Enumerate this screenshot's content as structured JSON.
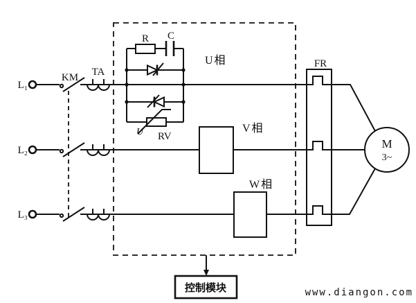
{
  "diagram_title": "three-phase-soft-starter-schematic",
  "colors": {
    "line": "#111111",
    "background": "#ffffff",
    "watermark": "#b3b3b3"
  },
  "terminals": {
    "l1": "L₁",
    "l2": "L₂",
    "l3": "L₃"
  },
  "labels": {
    "contactor": "KM",
    "current_transformer": "TA",
    "resistor": "R",
    "capacitor": "C",
    "phase_u": "U相",
    "phase_v": "V相",
    "phase_w": "W相",
    "varistor": "RV",
    "varistor_voltage": "U",
    "thermal_relay": "FR",
    "motor": "M",
    "motor_phases": "3~",
    "control_module": "控制模块"
  },
  "watermark": {
    "text": "www.diangon.com"
  }
}
